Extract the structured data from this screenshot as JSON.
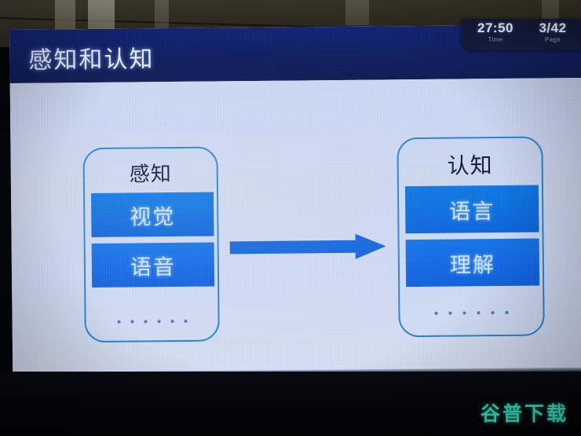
{
  "overlay": {
    "time_value": "27:50",
    "time_label": "Time",
    "page_value": "3/42",
    "page_label": "Page"
  },
  "slide": {
    "title": "感知和认知",
    "header_color": "#131f5e",
    "body_color": "#ccd6f0",
    "accent_color": "#1068e0",
    "border_color": "#2d7fd2",
    "cards": [
      {
        "id": "perception",
        "title": "感知",
        "bars": [
          "视觉",
          "语音"
        ],
        "dots": 6
      },
      {
        "id": "cognition",
        "title": "认知",
        "bars": [
          "语言",
          "理解"
        ],
        "dots": 6
      }
    ],
    "arrow": {
      "name": "right-arrow",
      "direction": "right",
      "color": "#1464dc"
    }
  },
  "watermark": {
    "text": "谷普下载",
    "color": "#35dec0"
  }
}
